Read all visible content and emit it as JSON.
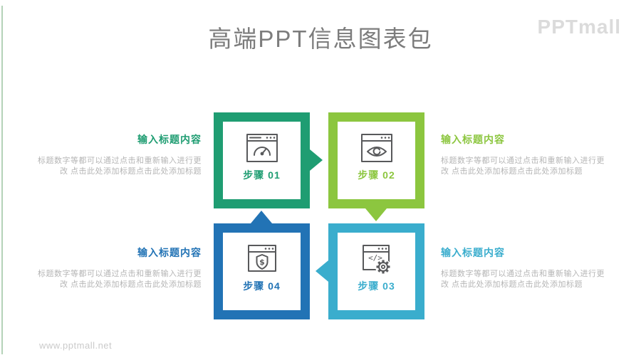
{
  "page": {
    "title": "高端PPT信息图表包",
    "logo": "PPTmall",
    "watermark": "www.pptmall.net"
  },
  "colors": {
    "step1": "#1f9d72",
    "step2": "#8cc63f",
    "step3": "#3aadcd",
    "step4": "#2273b5",
    "icon_stroke": "#58595b",
    "title_gray": "#7c7c7c",
    "body_gray": "#b5b5b5",
    "logo_gray": "#dbdbdb"
  },
  "steps": [
    {
      "label": "步骤 01",
      "icon": "browser-gauge-icon",
      "color": "#1f9d72",
      "position": "top-left"
    },
    {
      "label": "步骤 02",
      "icon": "browser-eye-icon",
      "color": "#8cc63f",
      "position": "top-right"
    },
    {
      "label": "步骤 03",
      "icon": "browser-code-gear-icon",
      "color": "#3aadcd",
      "position": "bottom-right"
    },
    {
      "label": "步骤 04",
      "icon": "browser-shield-dollar-icon",
      "color": "#2273b5",
      "position": "bottom-left"
    }
  ],
  "arrows": [
    {
      "from": "步骤 01",
      "to": "步骤 02",
      "direction": "right"
    },
    {
      "from": "步骤 02",
      "to": "步骤 03",
      "direction": "down"
    },
    {
      "from": "步骤 03",
      "to": "步骤 04",
      "direction": "left"
    },
    {
      "from": "步骤 04",
      "to": "步骤 01",
      "direction": "up"
    }
  ],
  "text_blocks": [
    {
      "title": "输入标题内容",
      "title_color": "#1f9d72",
      "body": "标题数字等都可以通过点击和重新输入进行更改 点击此处添加标题点击此处添加标题",
      "position": "top-left"
    },
    {
      "title": "输入标题内容",
      "title_color": "#8cc63f",
      "body": "标题数字等都可以通过点击和重新输入进行更改 点击此处添加标题点击此处添加标题",
      "position": "top-right"
    },
    {
      "title": "输入标题内容",
      "title_color": "#2273b5",
      "body": "标题数字等都可以通过点击和重新输入进行更改 点击此处添加标题点击此处添加标题",
      "position": "bottom-left"
    },
    {
      "title": "输入标题内容",
      "title_color": "#3aadcd",
      "body": "标题数字等都可以通过点击和重新输入进行更改 点击此处添加标题点击此处添加标题",
      "position": "bottom-right"
    }
  ]
}
